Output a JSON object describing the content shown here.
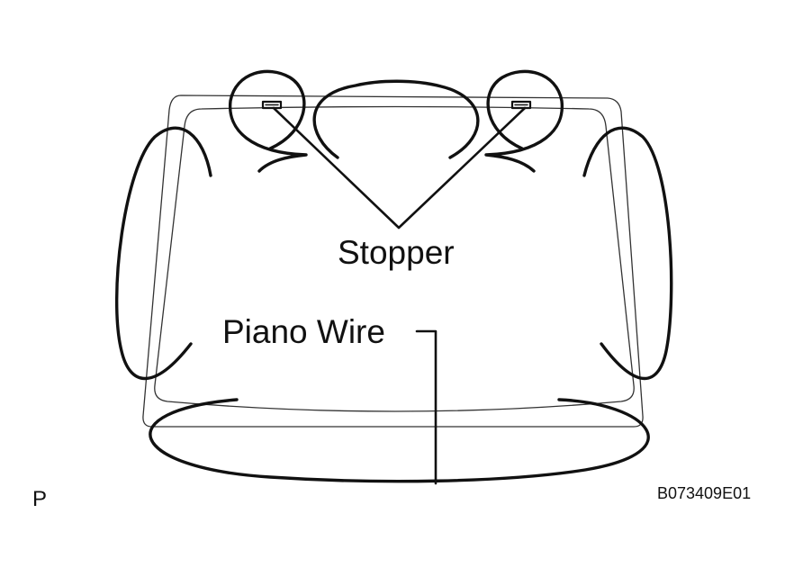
{
  "labels": {
    "stopper": "Stopper",
    "piano_wire": "Piano Wire",
    "corner_mark": "P",
    "figure_code": "B073409E01"
  },
  "colors": {
    "line": "#111111",
    "thin_line": "#333333",
    "background": "#ffffff"
  }
}
